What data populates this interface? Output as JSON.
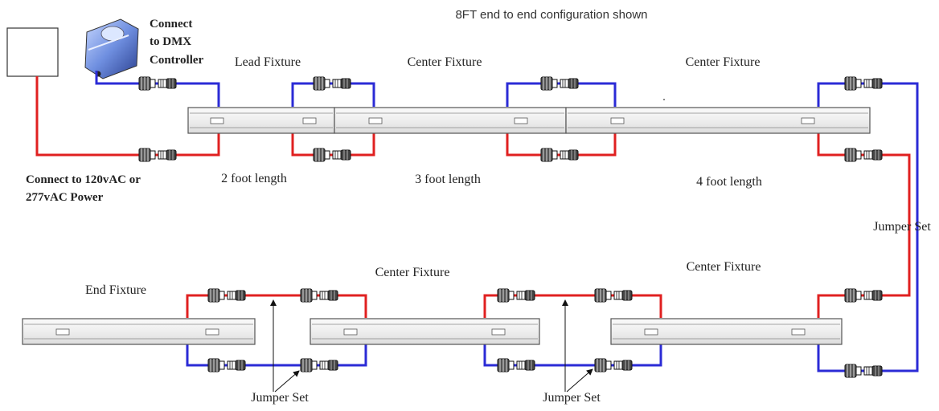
{
  "title": "8FT end to end configuration shown",
  "labels": {
    "connect_dmx": [
      "Connect",
      "to DMX",
      "Controller"
    ],
    "connect_power": [
      "Connect to 120vAC or",
      "277vAC Power"
    ],
    "lead_fixture": "Lead Fixture",
    "center_fixture_1": "Center Fixture",
    "center_fixture_2": "Center Fixture",
    "center_fixture_3": "Center Fixture",
    "center_fixture_4": "Center Fixture",
    "end_fixture": "End Fixture",
    "length_2ft": "2 foot length",
    "length_3ft": "3 foot length",
    "length_4ft": "4 foot length",
    "jumper_set_right": "Jumper Set",
    "jumper_set_bottom_1": "Jumper Set",
    "jumper_set_bottom_2": "Jumper Set"
  },
  "colors": {
    "data_wire": "#2b2bd6",
    "power_wire": "#e02020",
    "fixture_outline": "#555555",
    "fixture_fill": "#f4f4f4"
  },
  "icons": {
    "dmx_controller": "dmx-controller-device-icon",
    "power_box": "power-supply-box-icon",
    "connector": "cable-connector-icon"
  }
}
